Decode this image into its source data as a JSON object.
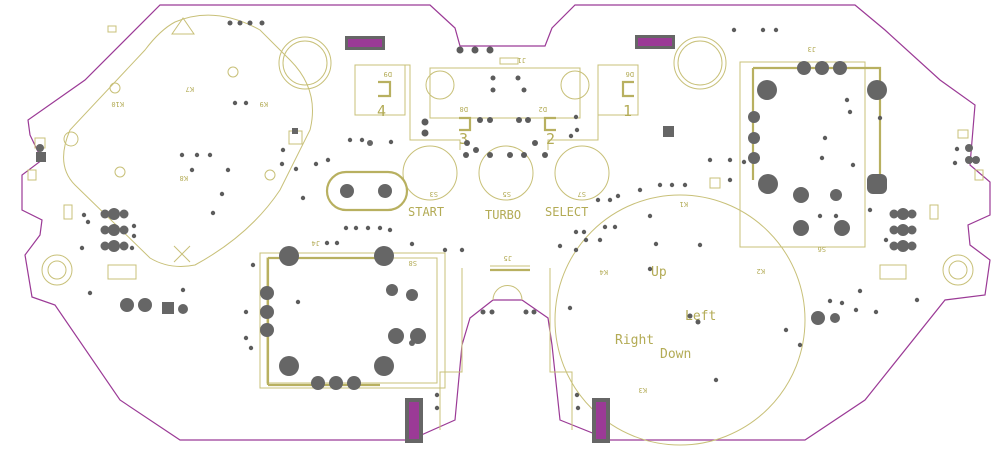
{
  "labels": {
    "btn_start": "START",
    "btn_turbo": "TURBO",
    "btn_select": "SELECT",
    "dpad_up": "Up",
    "dpad_left": "Left",
    "dpad_right": "Right",
    "dpad_down": "Down",
    "led1": "1",
    "led2": "2",
    "led3": "3",
    "led4": "4"
  },
  "designators": {
    "s3": "S3",
    "s5": "S5",
    "s7": "S7",
    "s8": "S8",
    "s6": "S6",
    "j1": "J1",
    "j3": "J3",
    "j4": "J4",
    "j5": "J5",
    "d2": "D2",
    "d6": "D6",
    "d8": "D8",
    "d9": "D9",
    "k1": "K1",
    "k2": "K2",
    "k3": "K3",
    "k4": "K4",
    "k7": "K7",
    "k8": "K8",
    "k9": "K9",
    "k10": "K10"
  },
  "colors": {
    "board_outline": "#9b3a96",
    "silkscreen": "#c8c078",
    "pads": "#666666",
    "background": "#ffffff"
  }
}
